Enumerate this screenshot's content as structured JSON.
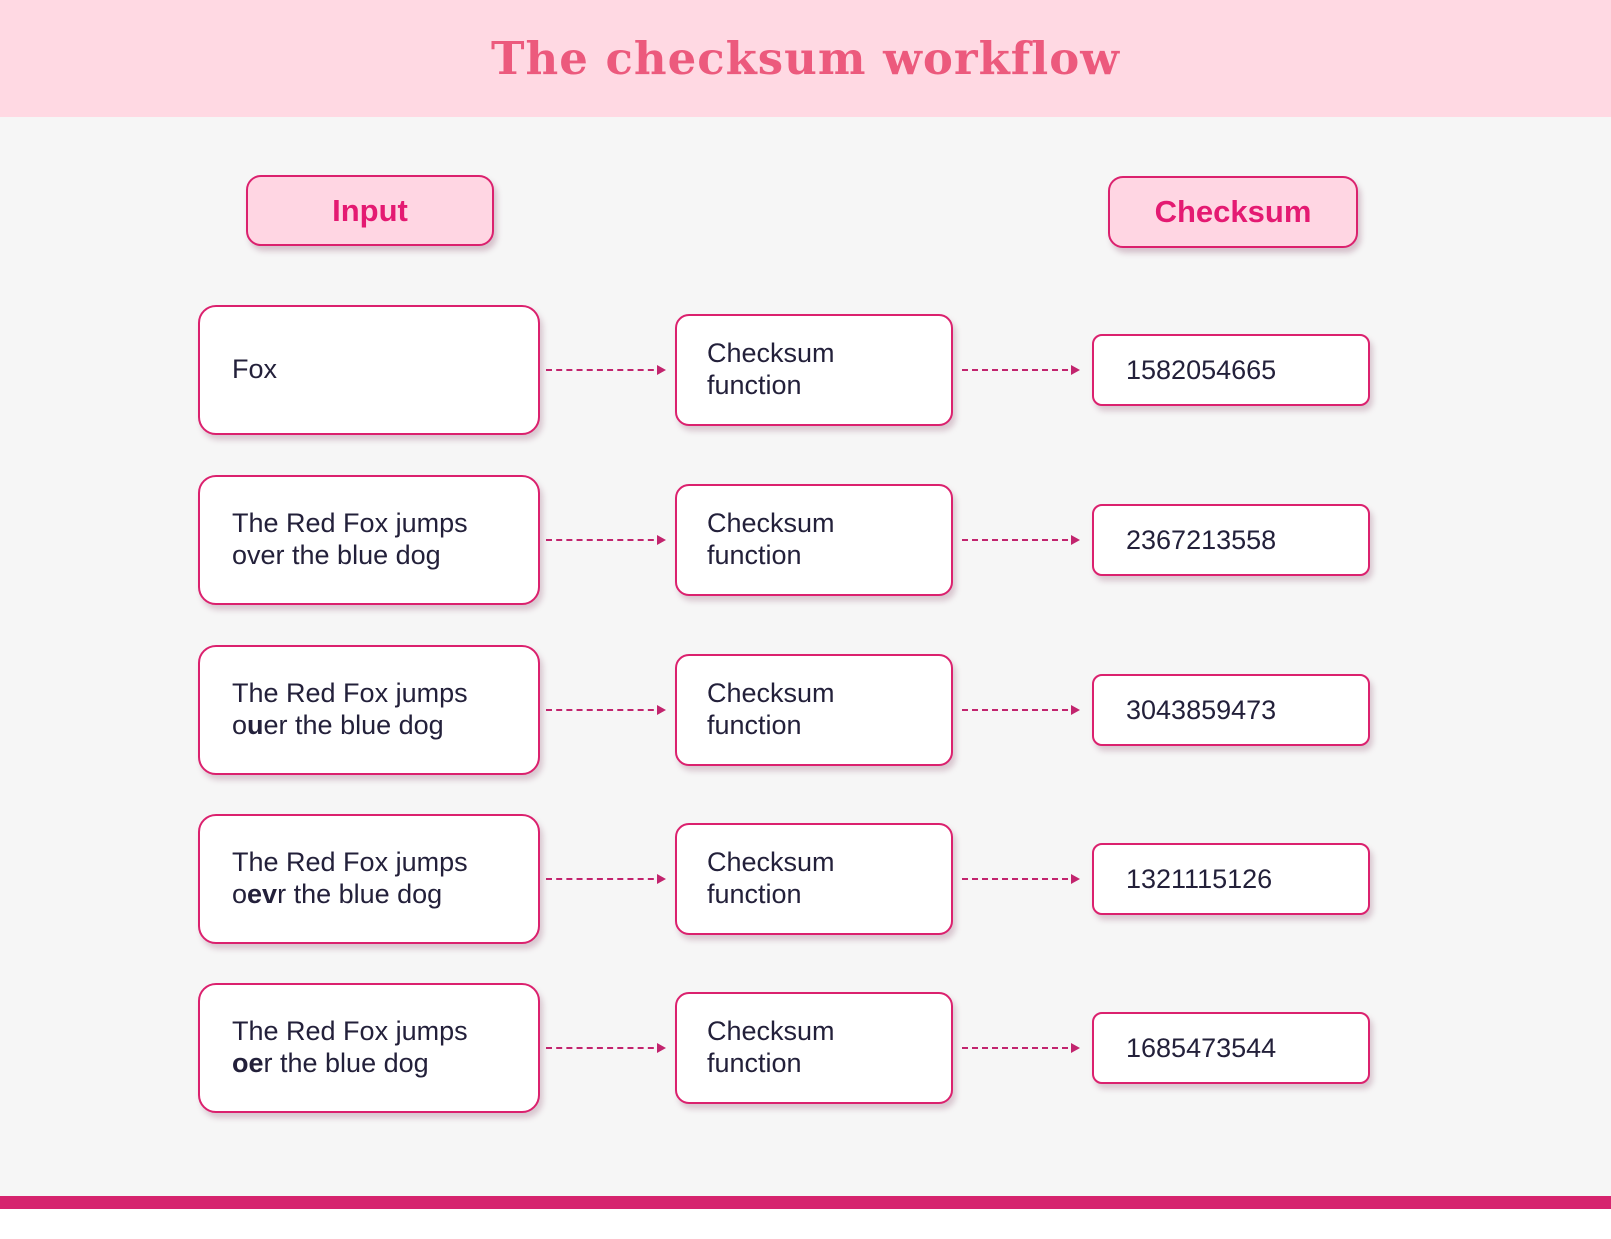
{
  "title": "The checksum workflow",
  "colors": {
    "accent": "#DB216E",
    "header_background": "#FFD9E3",
    "pill_background": "#FFD6E3",
    "bottom_bar": "#D6246E",
    "page_background": "#F6F6F6",
    "text": "#23203A"
  },
  "header_labels": {
    "input": "Input",
    "checksum": "Checksum"
  },
  "function_box": {
    "line1": "Checksum",
    "line2": "function"
  },
  "rows": [
    {
      "line1": "Fox",
      "checksum": "1582054665"
    },
    {
      "line1": "The Red Fox jumps",
      "line2_pre": "over the blue dog",
      "checksum": "2367213558"
    },
    {
      "line1": "The Red Fox jumps",
      "line2_pre": "o",
      "line2_bold": "u",
      "line2_post": "er the blue dog",
      "checksum": "3043859473"
    },
    {
      "line1": "The Red Fox jumps",
      "line2_pre": "o",
      "line2_bold": "ev",
      "line2_post": "r the blue dog",
      "checksum": "1321115126"
    },
    {
      "line1": "The Red Fox jumps",
      "line2_bold": "oe",
      "line2_post": "r the blue dog",
      "checksum": "1685473544"
    }
  ]
}
